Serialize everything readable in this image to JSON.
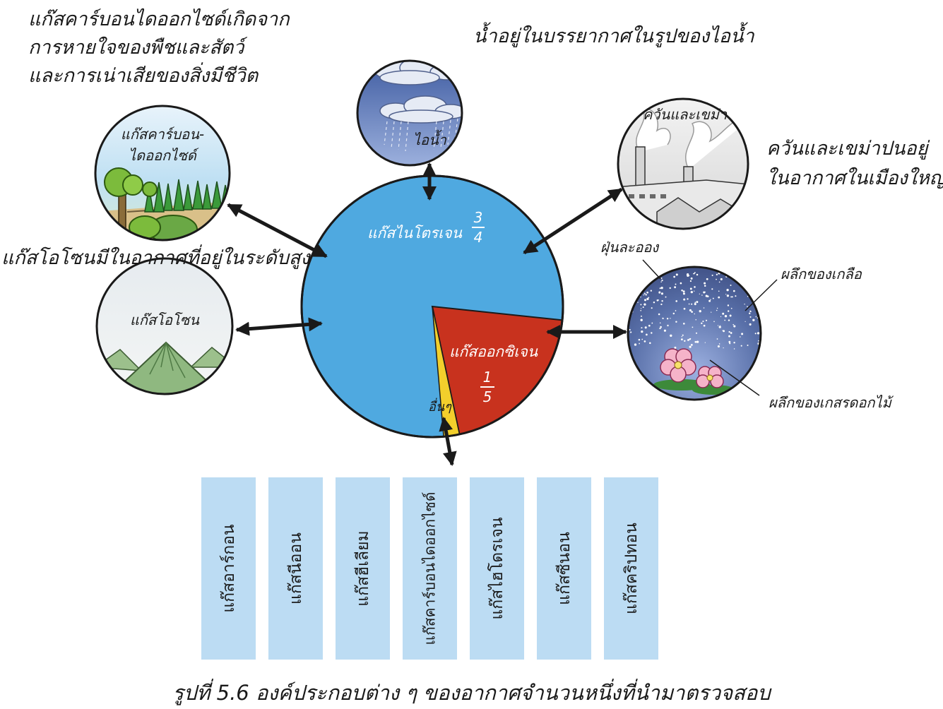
{
  "annotations": {
    "co2_note": [
      "แก๊สคาร์บอนไดออกไซด์เกิดจาก",
      "การหายใจของพืชและสัตว์",
      "และการเน่าเสียของสิ่งมีชีวิต"
    ],
    "water_vapour_note": "น้ำอยู่ในบรรยากาศในรูปของไอน้ำ",
    "smoke_note": [
      "ควันและเขม่าปนอยู่",
      "ในอากาศในเมืองใหญ่"
    ],
    "ozone_note": "แก๊สโอโซนมีในอากาศที่อยู่ในระดับสูง",
    "dust_label": "ฝุ่นละออง",
    "salt_label": "ผลึกของเกลือ",
    "pollen_label": "ผลึกของเกสรดอกไม้"
  },
  "circles": {
    "co2": [
      "แก๊สคาร์บอน-",
      "ไดออกไซด์"
    ],
    "water_vapour": "ไอน้ำ",
    "smoke": "ควันและเขม่า",
    "ozone": "แก๊สโอโซน"
  },
  "pie": {
    "nitrogen_label": "แก๊สไนโตรเจน",
    "nitrogen_num": "3",
    "nitrogen_den": "4",
    "oxygen_label": "แก๊สออกซิเจน",
    "oxygen_num": "1",
    "oxygen_den": "5",
    "other_label": "อื่นๆ"
  },
  "chart_data": {
    "type": "pie",
    "slices": [
      {
        "label": "แก๊สไนโตรเจน",
        "fraction": "3/4",
        "color": "#4fa9e0"
      },
      {
        "label": "แก๊สออกซิเจน",
        "fraction": "1/5",
        "color": "#c8321e"
      },
      {
        "label": "อื่นๆ",
        "color": "#f2cf2c"
      }
    ]
  },
  "other_gases": [
    "แก๊สอาร์กอน",
    "แก๊สนีออน",
    "แก๊สฮีเลียม",
    "แก๊สคาร์บอนไดออกไซด์",
    "แก๊สไฮโดรเจน",
    "แก๊สซีนอน",
    "แก๊สคริปทอน"
  ],
  "caption": "รูปที่ 5.6 องค์ประกอบต่าง ๆ ของอากาศจำนวนหนึ่งที่นำมาตรวจสอบ",
  "colors": {
    "nitrogen": "#4fa9e0",
    "oxygen": "#c8321e",
    "other": "#f2cf2c",
    "gas_box": "#bcdcf3"
  }
}
